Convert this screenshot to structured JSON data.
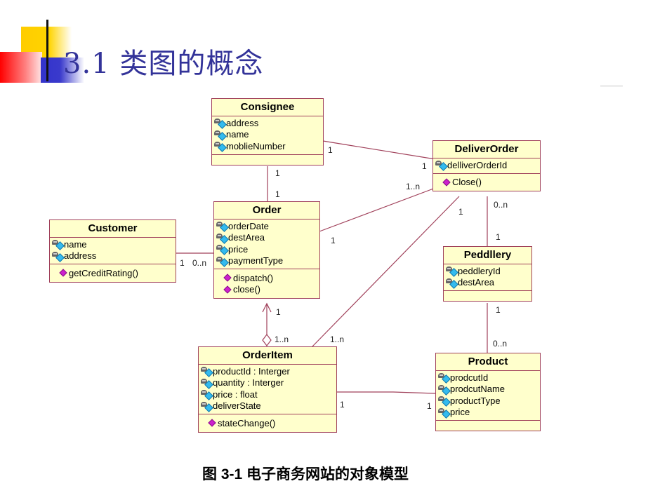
{
  "slide": {
    "title": "3.1  类图的概念",
    "caption": "图 3-1 电子商务网站的对象模型"
  },
  "classes": {
    "consignee": {
      "name": "Consignee",
      "attributes": [
        "address",
        "name",
        "moblieNumber"
      ],
      "operations": []
    },
    "deliverOrder": {
      "name": "DeliverOrder",
      "attributes": [
        "delliverOrderId"
      ],
      "operations": [
        "Close()"
      ]
    },
    "order": {
      "name": "Order",
      "attributes": [
        "orderDate",
        "destArea",
        "price",
        "paymentType"
      ],
      "operations": [
        "dispatch()",
        "close()"
      ]
    },
    "customer": {
      "name": "Customer",
      "attributes": [
        "name",
        "address"
      ],
      "operations": [
        "getCreditRating()"
      ]
    },
    "peddllery": {
      "name": "Peddllery",
      "attributes": [
        "peddleryId",
        "destArea"
      ],
      "operations": []
    },
    "orderItem": {
      "name": "OrderItem",
      "attributes": [
        "productId : Interger",
        "quantity : Interger",
        "price : float",
        "deliverState"
      ],
      "operations": [
        "stateChange()"
      ]
    },
    "product": {
      "name": "Product",
      "attributes": [
        "prodcutId",
        "prodcutName",
        "productType",
        "price"
      ],
      "operations": []
    }
  },
  "associations": [
    {
      "from": "Consignee",
      "to": "DeliverOrder",
      "from_mult": "1",
      "to_mult": "1"
    },
    {
      "from": "Consignee",
      "to": "Order",
      "from_mult": "1",
      "to_mult": "1"
    },
    {
      "from": "Order",
      "to": "DeliverOrder",
      "from_mult": "1",
      "to_mult": "1..n"
    },
    {
      "from": "Customer",
      "to": "Order",
      "from_mult": "1",
      "to_mult": "0..n"
    },
    {
      "from": "DeliverOrder",
      "to": "Peddllery",
      "from_mult": "0..n",
      "to_mult": "1"
    },
    {
      "from": "DeliverOrder",
      "to": "OrderItem",
      "from_mult": "1",
      "to_mult": "1..n"
    },
    {
      "from": "Order",
      "to": "OrderItem",
      "from_mult": "1",
      "to_mult": "1..n",
      "kind": "aggregation"
    },
    {
      "from": "Peddllery",
      "to": "Product",
      "from_mult": "1",
      "to_mult": "0..n"
    },
    {
      "from": "OrderItem",
      "to": "Product",
      "from_mult": "1",
      "to_mult": "1"
    }
  ]
}
